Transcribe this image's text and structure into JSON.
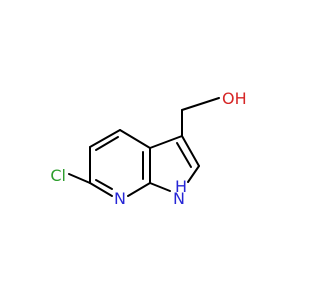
{
  "colors": {
    "bond": "#000000",
    "chlorine": "#2e9e2e",
    "nitrogen": "#2626d6",
    "oxygen": "#d62626",
    "background": "#ffffff"
  },
  "labels": {
    "chlorine": "Cl",
    "pyridine_n": "N",
    "pyrrole_nh": "H",
    "pyrrole_n": "N",
    "hydroxyl": "OH"
  }
}
